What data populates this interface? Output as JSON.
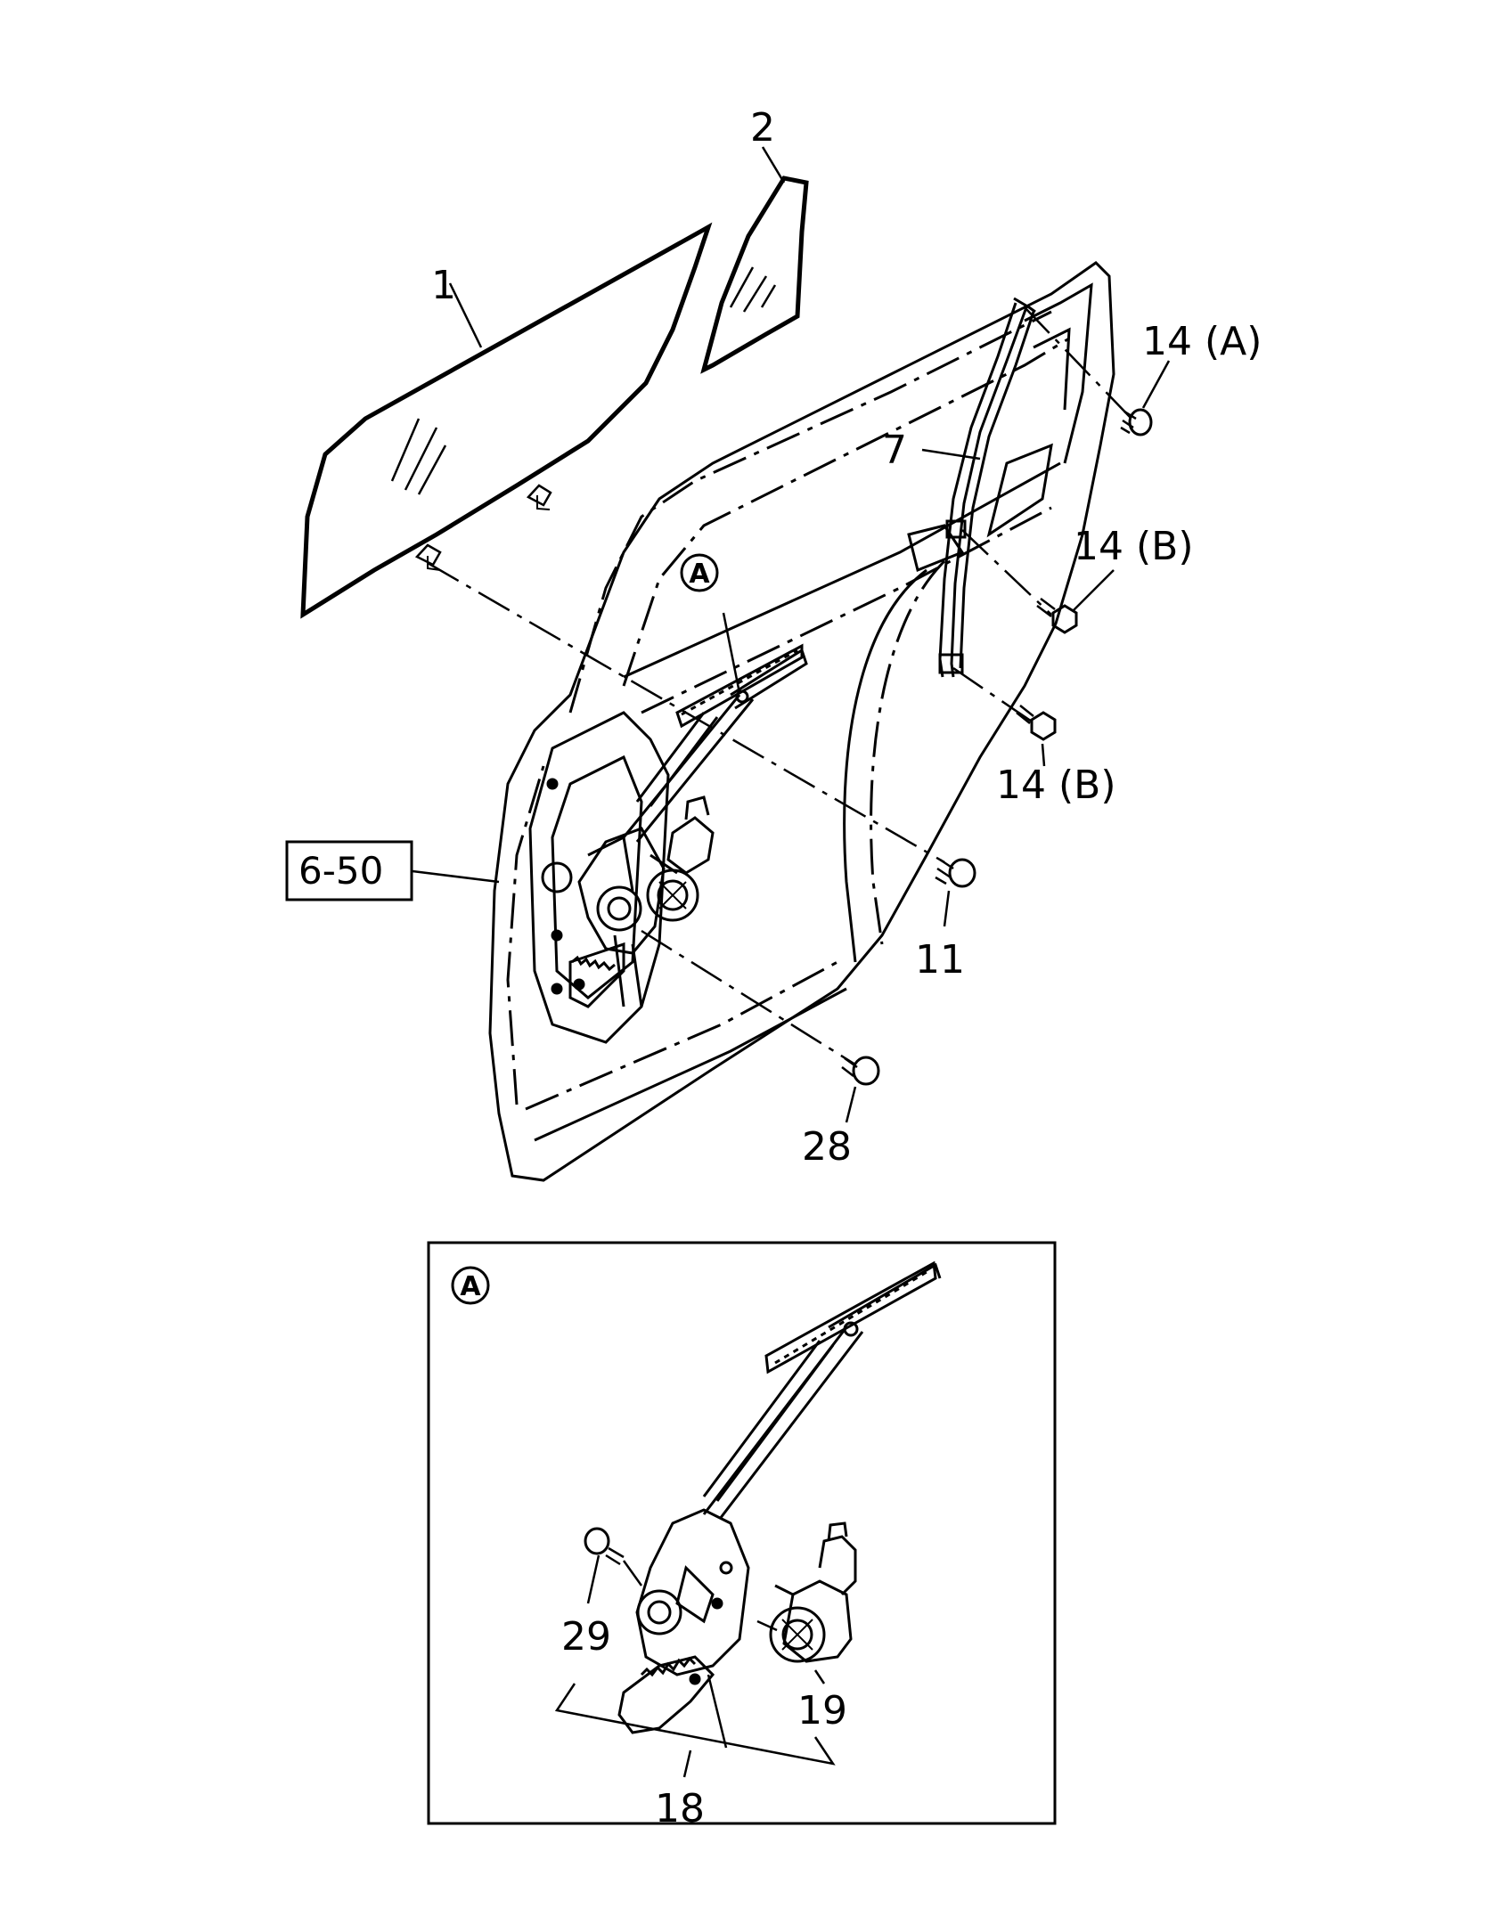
{
  "callouts": {
    "c1": "1",
    "c2": "2",
    "c7": "7",
    "c11": "11",
    "c14a": "14 (A)",
    "c14b_upper": "14 (B)",
    "c14b_lower": "14 (B)",
    "c28": "28",
    "c29": "29",
    "c19": "19",
    "c18": "18"
  },
  "reference_box": "6-50",
  "detail": {
    "marker_main": "A",
    "marker_inset": "A"
  },
  "colors": {
    "line": "#000000",
    "background": "#ffffff"
  }
}
